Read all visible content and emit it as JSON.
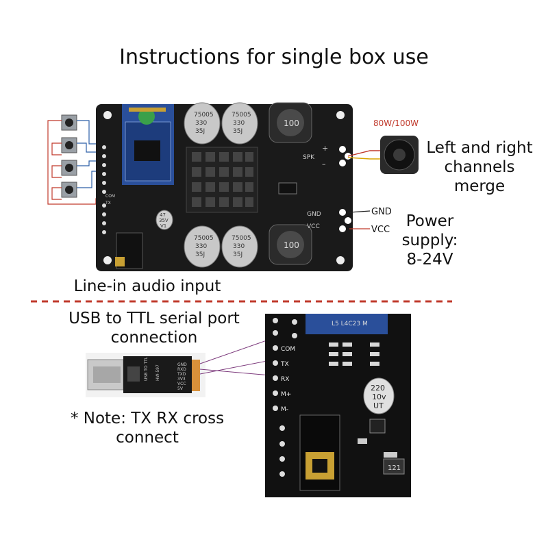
{
  "title": "Instructions for single box use",
  "speaker": {
    "power": "80W/100W",
    "desc": [
      "Left and right",
      "channels",
      "merge"
    ]
  },
  "power_supply": {
    "lines": [
      "Power",
      "supply:",
      "8-24V"
    ],
    "gnd": "GND",
    "vcc": "VCC"
  },
  "board": {
    "spk": "SPK",
    "gnd": "GND",
    "vcc": "VCC",
    "inductor_top": "100",
    "inductor_bottom": "100",
    "cap_label": [
      "75005",
      "330",
      "35J"
    ],
    "small_cap": [
      "47",
      "35V",
      "V1"
    ],
    "com": "COM",
    "tx": "TX"
  },
  "line_in": "Line-in audio input",
  "usb_ttl": {
    "lines": [
      "USB to TTL serial port",
      "connection"
    ],
    "pins": [
      "GND",
      "RXD",
      "TXD",
      "3V3",
      "VCC",
      "5V"
    ],
    "model": "HW-597",
    "sub": "USB TO TTL"
  },
  "note": [
    "* Note: TX RX cross",
    "connect"
  ],
  "detail": {
    "pins": [
      "COM",
      "TX",
      "RX",
      "M+",
      "M-"
    ],
    "cap": [
      "220",
      "10v",
      "UT"
    ],
    "chip": "L5 L4C23 M",
    "inductor_mark": "121"
  }
}
